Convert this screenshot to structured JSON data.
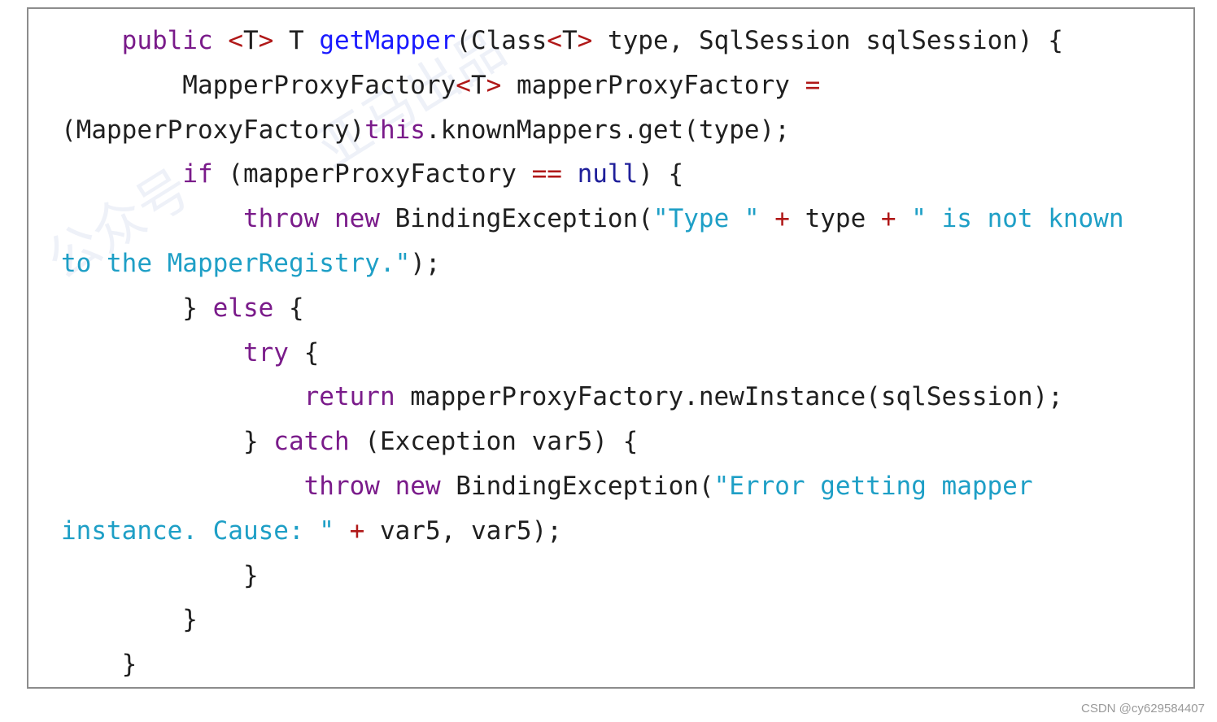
{
  "code": {
    "lines": [
      [
        {
          "t": "    ",
          "c": "pl"
        },
        {
          "t": "public",
          "c": "kw"
        },
        {
          "t": " ",
          "c": "pl"
        },
        {
          "t": "<",
          "c": "op"
        },
        {
          "t": "T",
          "c": "pl"
        },
        {
          "t": ">",
          "c": "op"
        },
        {
          "t": " T ",
          "c": "pl"
        },
        {
          "t": "getMapper",
          "c": "fn"
        },
        {
          "t": "(Class",
          "c": "pl"
        },
        {
          "t": "<",
          "c": "op"
        },
        {
          "t": "T",
          "c": "pl"
        },
        {
          "t": ">",
          "c": "op"
        },
        {
          "t": " type, SqlSession sqlSession) {",
          "c": "pl"
        }
      ],
      [
        {
          "t": "        MapperProxyFactory",
          "c": "pl"
        },
        {
          "t": "<",
          "c": "op"
        },
        {
          "t": "T",
          "c": "pl"
        },
        {
          "t": ">",
          "c": "op"
        },
        {
          "t": " mapperProxyFactory ",
          "c": "pl"
        },
        {
          "t": "=",
          "c": "op"
        }
      ],
      [
        {
          "t": "(MapperProxyFactory)",
          "c": "pl"
        },
        {
          "t": "this",
          "c": "kw"
        },
        {
          "t": ".knownMappers.get(type);",
          "c": "pl"
        }
      ],
      [
        {
          "t": "        ",
          "c": "pl"
        },
        {
          "t": "if",
          "c": "kw"
        },
        {
          "t": " (mapperProxyFactory ",
          "c": "pl"
        },
        {
          "t": "==",
          "c": "op"
        },
        {
          "t": " ",
          "c": "pl"
        },
        {
          "t": "null",
          "c": "lit"
        },
        {
          "t": ") {",
          "c": "pl"
        }
      ],
      [
        {
          "t": "            ",
          "c": "pl"
        },
        {
          "t": "throw",
          "c": "kw"
        },
        {
          "t": " ",
          "c": "pl"
        },
        {
          "t": "new",
          "c": "kw"
        },
        {
          "t": " BindingException(",
          "c": "pl"
        },
        {
          "t": "\"Type \"",
          "c": "str"
        },
        {
          "t": " ",
          "c": "pl"
        },
        {
          "t": "+",
          "c": "op"
        },
        {
          "t": " type ",
          "c": "pl"
        },
        {
          "t": "+",
          "c": "op"
        },
        {
          "t": " ",
          "c": "pl"
        },
        {
          "t": "\" is not known",
          "c": "str"
        }
      ],
      [
        {
          "t": "to the MapperRegistry.\"",
          "c": "str"
        },
        {
          "t": ");",
          "c": "pl"
        }
      ],
      [
        {
          "t": "        } ",
          "c": "pl"
        },
        {
          "t": "else",
          "c": "kw"
        },
        {
          "t": " {",
          "c": "pl"
        }
      ],
      [
        {
          "t": "            ",
          "c": "pl"
        },
        {
          "t": "try",
          "c": "kw"
        },
        {
          "t": " {",
          "c": "pl"
        }
      ],
      [
        {
          "t": "                ",
          "c": "pl"
        },
        {
          "t": "return",
          "c": "kw"
        },
        {
          "t": " mapperProxyFactory.newInstance(sqlSession);",
          "c": "pl"
        }
      ],
      [
        {
          "t": "            } ",
          "c": "pl"
        },
        {
          "t": "catch",
          "c": "kw"
        },
        {
          "t": " (Exception var5) {",
          "c": "pl"
        }
      ],
      [
        {
          "t": "                ",
          "c": "pl"
        },
        {
          "t": "throw",
          "c": "kw"
        },
        {
          "t": " ",
          "c": "pl"
        },
        {
          "t": "new",
          "c": "kw"
        },
        {
          "t": " BindingException(",
          "c": "pl"
        },
        {
          "t": "\"Error getting mapper",
          "c": "str"
        }
      ],
      [
        {
          "t": "instance. Cause: \"",
          "c": "str"
        },
        {
          "t": " ",
          "c": "pl"
        },
        {
          "t": "+",
          "c": "op"
        },
        {
          "t": " var5, var5);",
          "c": "pl"
        }
      ],
      [
        {
          "t": "            }",
          "c": "pl"
        }
      ],
      [
        {
          "t": "        }",
          "c": "pl"
        }
      ],
      [
        {
          "t": "    }",
          "c": "pl"
        }
      ]
    ]
  },
  "watermark": {
    "text_left": "公众号",
    "text_top": "亚马出品"
  },
  "credit": "CSDN @cy629584407"
}
